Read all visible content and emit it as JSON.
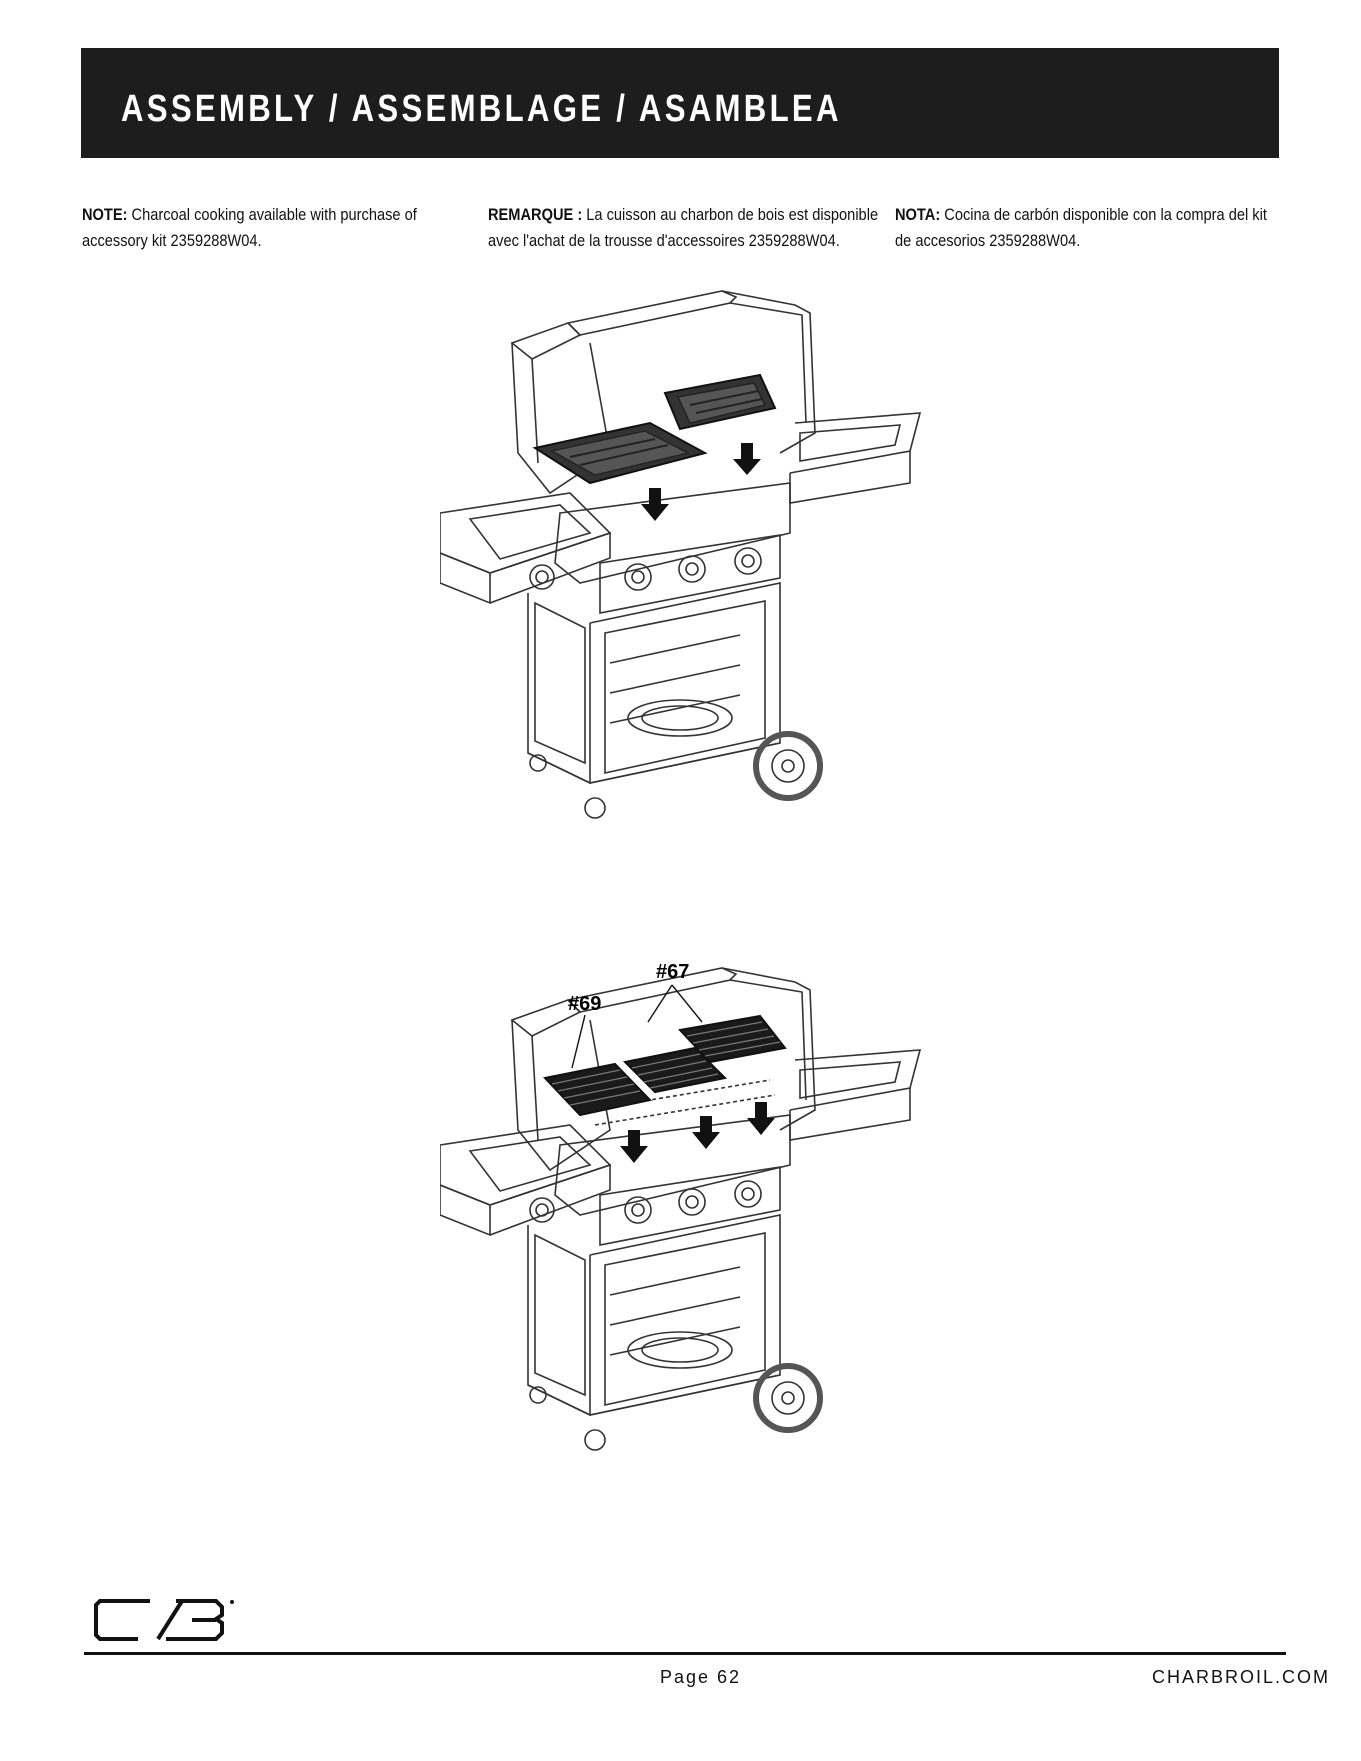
{
  "header": {
    "title": "ASSEMBLY / ASSEMBLAGE / ASAMBLEA"
  },
  "notes": {
    "en": {
      "label": "NOTE:",
      "text": " Charcoal cooking available with purchase of accessory kit 2359288W04."
    },
    "fr": {
      "label": "REMARQUE :",
      "text": " La cuisson au charbon de bois est disponible avec l'achat de la trousse d'accessoires 2359288W04."
    },
    "es": {
      "label": "NOTA:",
      "text": " Cocina de carbón disponible con la compra del kit de accesorios 2359288W04."
    }
  },
  "diagram2": {
    "callout_a": "#69",
    "callout_b": "#67"
  },
  "footer": {
    "page": "Page 62",
    "site": "CHARBROIL.COM"
  },
  "logo": {
    "icon": "cb-logo-icon"
  }
}
